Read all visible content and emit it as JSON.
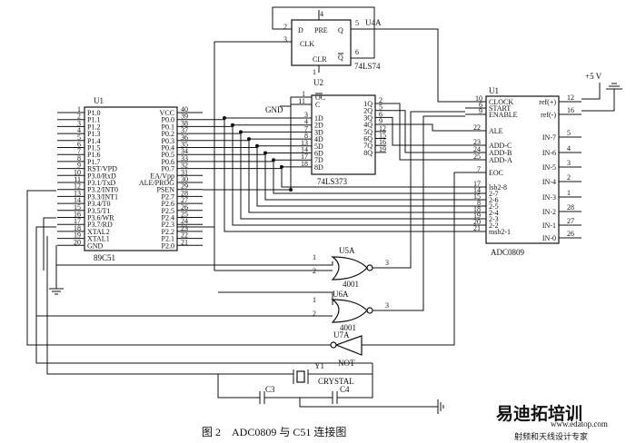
{
  "figure": {
    "caption": "图 2　ADC0809 与 C51 连接图"
  },
  "watermark": {
    "brand": "易迪拓培训",
    "url": "www.edatop.com",
    "slogan": "射频和天线设计专家"
  },
  "u1_mcu": {
    "ref": "U1",
    "part": "89C51",
    "left_pins": [
      {
        "num": "1",
        "name": "P1.0"
      },
      {
        "num": "2",
        "name": "P1.1"
      },
      {
        "num": "3",
        "name": "P1.2"
      },
      {
        "num": "4",
        "name": "P1.3"
      },
      {
        "num": "5",
        "name": "P1.4"
      },
      {
        "num": "6",
        "name": "P1.5"
      },
      {
        "num": "7",
        "name": "P1.6"
      },
      {
        "num": "8",
        "name": "P1.7"
      },
      {
        "num": "9",
        "name": "RST/VPD"
      },
      {
        "num": "10",
        "name": "P3.0/RxD"
      },
      {
        "num": "11",
        "name": "P3.1/TxD"
      },
      {
        "num": "12",
        "name": "P3.2/INT0"
      },
      {
        "num": "13",
        "name": "P3.3/INT1"
      },
      {
        "num": "14",
        "name": "P3.4/T0"
      },
      {
        "num": "15",
        "name": "P3.5/T1"
      },
      {
        "num": "16",
        "name": "P3.6/WR"
      },
      {
        "num": "17",
        "name": "P3.7/RD"
      },
      {
        "num": "18",
        "name": "XTAL2"
      },
      {
        "num": "19",
        "name": "XTAL1"
      },
      {
        "num": "20",
        "name": "GND"
      }
    ],
    "right_pins": [
      {
        "num": "40",
        "name": "VCC"
      },
      {
        "num": "39",
        "name": "P0.0"
      },
      {
        "num": "38",
        "name": "P0.1"
      },
      {
        "num": "37",
        "name": "P0.2"
      },
      {
        "num": "36",
        "name": "P0.3"
      },
      {
        "num": "35",
        "name": "P0.4"
      },
      {
        "num": "34",
        "name": "P0.5"
      },
      {
        "num": "33",
        "name": "P0.6"
      },
      {
        "num": "32",
        "name": "P0.7"
      },
      {
        "num": "31",
        "name": "EA/Vpp"
      },
      {
        "num": "30",
        "name": "ALE/PROG"
      },
      {
        "num": "29",
        "name": "PSEN"
      },
      {
        "num": "28",
        "name": "P2.7"
      },
      {
        "num": "27",
        "name": "P2.6"
      },
      {
        "num": "26",
        "name": "P2.5"
      },
      {
        "num": "25",
        "name": "P2.4"
      },
      {
        "num": "24",
        "name": "P2.3"
      },
      {
        "num": "23",
        "name": "P2.2"
      },
      {
        "num": "22",
        "name": "P2.1"
      },
      {
        "num": "21",
        "name": "P2.0"
      }
    ]
  },
  "u2_latch": {
    "ref": "U2",
    "part": "74LS373",
    "gnd_label": "GND",
    "top_left_pins": [
      {
        "num": "1",
        "name": "OC"
      },
      {
        "num": "11",
        "name": "C"
      }
    ],
    "d_pins": [
      {
        "num": "3",
        "name": "1D"
      },
      {
        "num": "4",
        "name": "2D"
      },
      {
        "num": "7",
        "name": "3D"
      },
      {
        "num": "8",
        "name": "4D"
      },
      {
        "num": "13",
        "name": "5D"
      },
      {
        "num": "14",
        "name": "6D"
      },
      {
        "num": "17",
        "name": "7D"
      },
      {
        "num": "18",
        "name": "8D"
      }
    ],
    "q_pins": [
      {
        "num": "2",
        "name": "1Q"
      },
      {
        "num": "5",
        "name": "2Q"
      },
      {
        "num": "6",
        "name": "3Q"
      },
      {
        "num": "9",
        "name": "4Q"
      },
      {
        "num": "12",
        "name": "5Q"
      },
      {
        "num": "15",
        "name": "6Q"
      },
      {
        "num": "16",
        "name": "7Q"
      },
      {
        "num": "19",
        "name": "8Q"
      }
    ]
  },
  "u4_flipflop": {
    "ref": "U4A",
    "part": "74LS74",
    "pins": {
      "pre": {
        "num": "4",
        "name": "PRE"
      },
      "d": {
        "num": "2",
        "name": "D"
      },
      "clk": {
        "num": "3",
        "name": "CLK"
      },
      "q": {
        "num": "5",
        "name": "Q"
      },
      "qn": {
        "num": "6",
        "name": "Q"
      },
      "clr": {
        "num": "1",
        "name": "CLR"
      }
    }
  },
  "u1_adc": {
    "ref": "U1",
    "part": "ADC0809",
    "supply_label": "+5 V",
    "left_pins": [
      {
        "num": "10",
        "name": "CLOCK"
      },
      {
        "num": "6",
        "name": "START"
      },
      {
        "num": "9",
        "name": "ENABLE"
      },
      {
        "num": "22",
        "name": "ALE"
      },
      {
        "num": "23",
        "name": "ADD-C"
      },
      {
        "num": "24",
        "name": "ADD-B"
      },
      {
        "num": "25",
        "name": "ADD-A"
      },
      {
        "num": "7",
        "name": "EOC"
      },
      {
        "num": "17",
        "name": "lsb2-8"
      },
      {
        "num": "14",
        "name": "2-7"
      },
      {
        "num": "15",
        "name": "2-6"
      },
      {
        "num": "8",
        "name": "2-5"
      },
      {
        "num": "18",
        "name": "2-4"
      },
      {
        "num": "19",
        "name": "2-3"
      },
      {
        "num": "20",
        "name": "2-2"
      },
      {
        "num": "21",
        "name": "msb2-1"
      }
    ],
    "right_pins": [
      {
        "num": "12",
        "name": "ref(+)"
      },
      {
        "num": "16",
        "name": "ref(-)"
      },
      {
        "num": "5",
        "name": "IN-7"
      },
      {
        "num": "4",
        "name": "IN-6"
      },
      {
        "num": "3",
        "name": "IN-5"
      },
      {
        "num": "2",
        "name": "IN-4"
      },
      {
        "num": "1",
        "name": "IN-3"
      },
      {
        "num": "28",
        "name": "IN-2"
      },
      {
        "num": "27",
        "name": "IN-1"
      },
      {
        "num": "26",
        "name": "IN-0"
      }
    ]
  },
  "gates": {
    "u5a": {
      "ref": "U5A",
      "part": "4001",
      "in1": "1",
      "in2": "2",
      "out": "3"
    },
    "u6a": {
      "ref": "U6A",
      "part": "4001",
      "in1": "1",
      "in2": "2",
      "out": "3"
    },
    "u7a": {
      "ref": "U7A",
      "part": "NOT"
    }
  },
  "crystal": {
    "ref": "Y1",
    "part": "CRYSTAL",
    "c3": "C3",
    "c4": "C4"
  }
}
